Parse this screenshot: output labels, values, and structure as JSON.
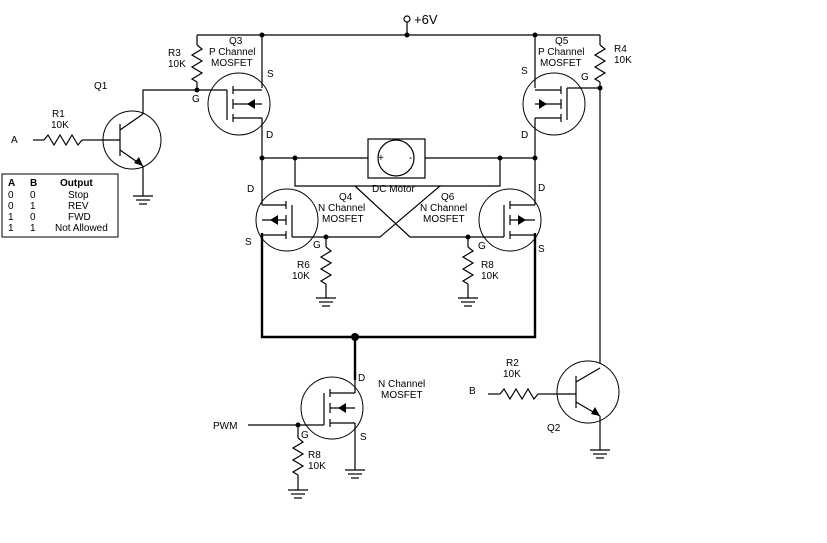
{
  "supply": {
    "label": "+6V"
  },
  "inputs": {
    "a": "A",
    "b": "B",
    "pwm": "PWM"
  },
  "transistors": {
    "q1": "Q1",
    "q2": "Q2",
    "q3": {
      "name": "Q3",
      "type1": "P Channel",
      "type2": "MOSFET",
      "pin_s": "S",
      "pin_g": "G",
      "pin_d": "D"
    },
    "q5": {
      "name": "Q5",
      "type1": "P Channel",
      "type2": "MOSFET",
      "pin_s": "S",
      "pin_g": "G",
      "pin_d": "D"
    },
    "q4": {
      "name": "Q4",
      "type1": "N Channel",
      "type2": "MOSFET",
      "pin_s": "S",
      "pin_g": "G",
      "pin_d": "D"
    },
    "q6": {
      "name": "Q6",
      "type1": "N Channel",
      "type2": "MOSFET",
      "pin_s": "S",
      "pin_g": "G",
      "pin_d": "D"
    },
    "qpwm": {
      "type1": "N Channel",
      "type2": "MOSFET",
      "pin_s": "S",
      "pin_g": "G",
      "pin_d": "D"
    }
  },
  "resistors": {
    "r1": {
      "name": "R1",
      "value": "10K"
    },
    "r2": {
      "name": "R2",
      "value": "10K"
    },
    "r3": {
      "name": "R3",
      "value": "10K"
    },
    "r4": {
      "name": "R4",
      "value": "10K"
    },
    "r6": {
      "name": "R6",
      "value": "10K"
    },
    "r8a": {
      "name": "R8",
      "value": "10K"
    },
    "r8b": {
      "name": "R8",
      "value": "10K"
    }
  },
  "motor": {
    "label": "DC Motor",
    "plus": "+",
    "minus": "-"
  },
  "truth_table": {
    "headers": [
      "A",
      "B",
      "Output"
    ],
    "rows": [
      [
        "0",
        "0",
        "Stop"
      ],
      [
        "0",
        "1",
        "REV"
      ],
      [
        "1",
        "0",
        "FWD"
      ],
      [
        "1",
        "1",
        "Not Allowed"
      ]
    ]
  }
}
